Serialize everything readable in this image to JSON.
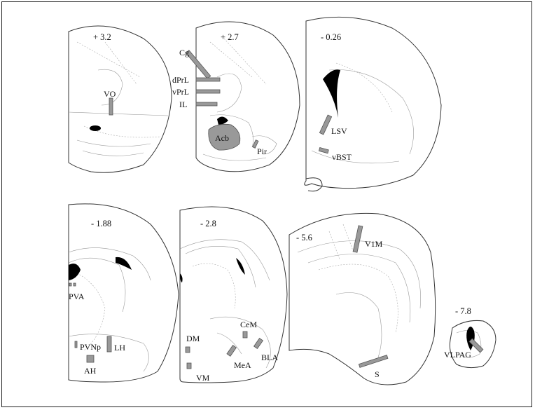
{
  "sections": [
    {
      "coord": "+ 3.2",
      "labels": [
        "VO"
      ]
    },
    {
      "coord": "+ 2.7",
      "labels": [
        "Cg",
        "dPrL",
        "vPrL",
        "IL",
        "Acb",
        "Pir"
      ]
    },
    {
      "coord": "- 0.26",
      "labels": [
        "LSV",
        "vBST"
      ]
    },
    {
      "coord": "- 1.88",
      "labels": [
        "PVA",
        "PVNp",
        "LH",
        "AH"
      ]
    },
    {
      "coord": "- 2.8",
      "labels": [
        "DM",
        "VM",
        "CeM",
        "BLA",
        "MeA"
      ]
    },
    {
      "coord": "- 5.6",
      "labels": [
        "V1M",
        "S"
      ]
    },
    {
      "coord": "- 7.8",
      "labels": [
        "VLPAG"
      ]
    }
  ],
  "colors": {
    "region_fill": "#999999",
    "ventricle": "#000000",
    "outline": "#333333"
  }
}
